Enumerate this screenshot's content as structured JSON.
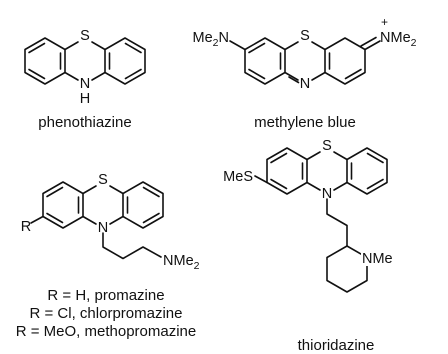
{
  "atoms": {
    "sulfur": "S",
    "nitrogen": "N",
    "hydrogen": "H",
    "methylthio": "MeS",
    "r_group": "R",
    "dimethylamino_prefix": "Me",
    "dimethylamino_sub": "2",
    "dimethylamino_suffix": "N",
    "dimethyl_n": "N",
    "dimethyl_me": "Me",
    "dimethyl_sub": "2",
    "plus_charge": "+",
    "nme": "NMe"
  },
  "captions": {
    "phenothiazine": "phenothiazine",
    "methylene_blue": "methylene blue",
    "promazine": "R = H, promazine",
    "chlorpromazine": "R = Cl, chlorpromazine",
    "methopromazine": "R = MeO, methopromazine",
    "thioridazine": "thioridazine"
  }
}
